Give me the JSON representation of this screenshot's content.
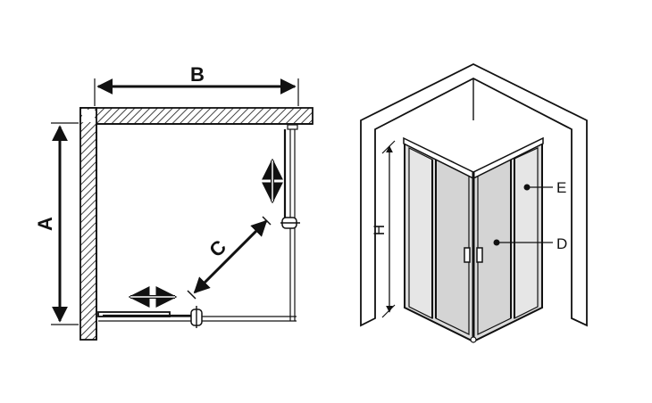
{
  "labels": {
    "a": "A",
    "b": "B",
    "c": "C",
    "d": "D",
    "e": "E",
    "h": "H"
  },
  "colors": {
    "line": "#111111",
    "glass": "#dcdcdc",
    "glass_dark": "#c8c8c8",
    "background": "#ffffff"
  }
}
